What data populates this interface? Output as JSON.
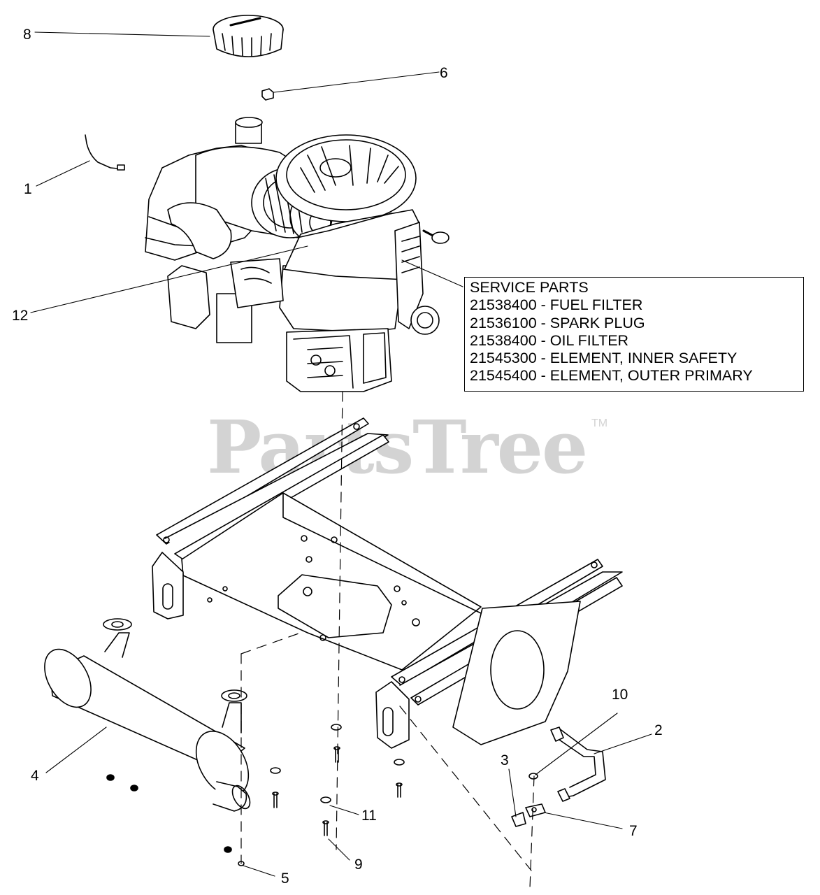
{
  "watermark": {
    "text": "PartsTree",
    "trademark": "TM"
  },
  "service_parts": {
    "heading": "SERVICE PARTS",
    "items": [
      "21538400 - FUEL FILTER",
      "21536100 - SPARK PLUG",
      "21538400 - OIL FILTER",
      "21545300 - ELEMENT, INNER SAFETY",
      "21545400 - ELEMENT, OUTER PRIMARY"
    ]
  },
  "callouts": {
    "c1": "1",
    "c2": "2",
    "c3": "3",
    "c4": "4",
    "c5": "5",
    "c6": "6",
    "c7": "7",
    "c8": "8",
    "c9": "9",
    "c10": "10",
    "c11": "11",
    "c12": "12"
  }
}
